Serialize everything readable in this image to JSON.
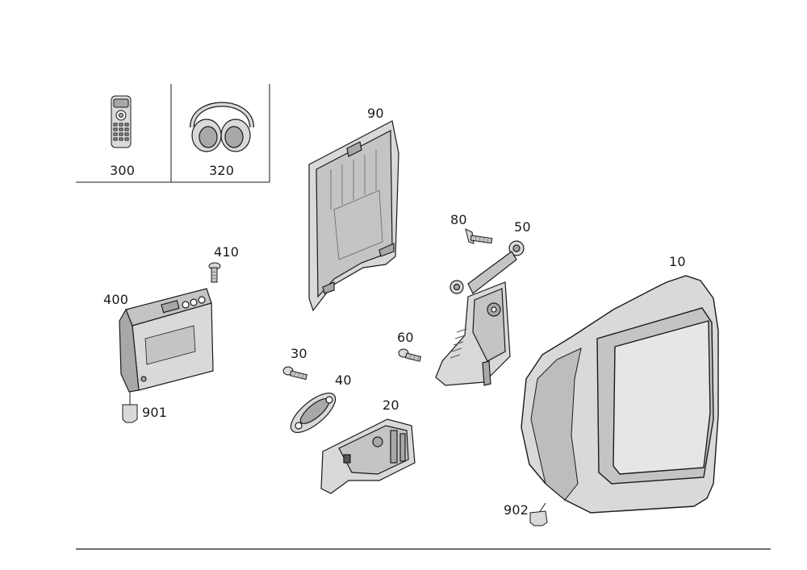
{
  "callouts": {
    "c300": "300",
    "c320": "320",
    "c90": "90",
    "c80": "80",
    "c50": "50",
    "c10": "10",
    "c410": "410",
    "c400": "400",
    "c60": "60",
    "c30": "30",
    "c40": "40",
    "c20": "20",
    "c901": "901",
    "c902": "902"
  },
  "colors": {
    "line": "#1a1a1a",
    "part_fill": "#d9d9d9",
    "part_shade": "#a8a8a8",
    "screen": "#e6e6e6"
  }
}
